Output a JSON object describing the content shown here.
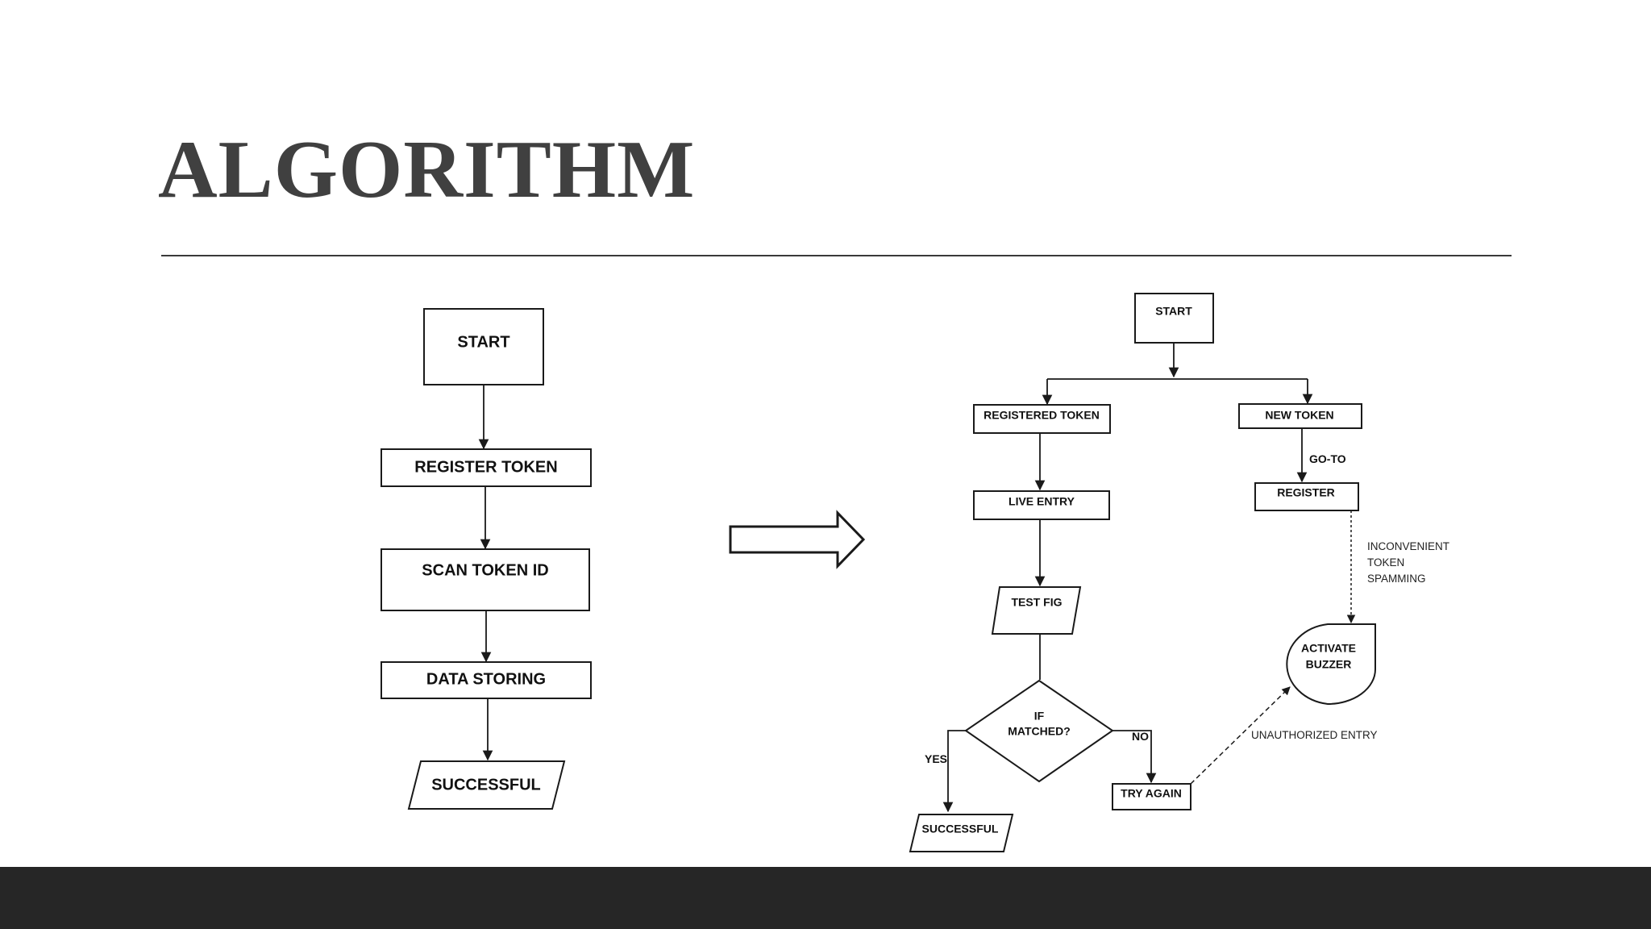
{
  "slide": {
    "title": "ALGORITHM"
  },
  "left_flow": {
    "start": "START",
    "register_token": "REGISTER TOKEN",
    "scan_token_id": "SCAN TOKEN ID",
    "data_storing": "DATA STORING",
    "successful": "SUCCESSFUL"
  },
  "right_flow": {
    "start": "START",
    "registered_token": "REGISTERED TOKEN",
    "new_token": "NEW TOKEN",
    "go_to": "GO-TO",
    "register": "REGISTER",
    "live_entry": "LIVE ENTRY",
    "test_fig": "TEST FIG",
    "if_matched_line1": "IF",
    "if_matched_line2": "MATCHED?",
    "yes": "YES",
    "no": "NO",
    "successful": "SUCCESSFUL",
    "try_again": "TRY AGAIN",
    "activate_buzzer_line1": "ACTIVATE",
    "activate_buzzer_line2": "BUZZER",
    "inconvenient_line1": "INCONVENIENT",
    "inconvenient_line2": "TOKEN",
    "inconvenient_line3": "SPAMMING",
    "unauthorized_entry": "UNAUTHORIZED ENTRY"
  }
}
